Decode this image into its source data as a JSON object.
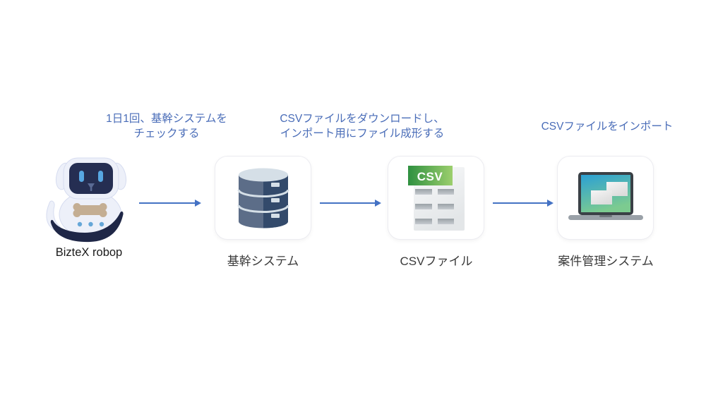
{
  "colors": {
    "page_bg": "#ffffff",
    "accent_blue": "#4472c4",
    "caption_text": "#4a6db8",
    "label_text": "#3a3a3a",
    "robot_label_text": "#1a1a1a",
    "card_bg": "#ffffff",
    "card_border": "#ececf1",
    "db_left": "#5c6d88",
    "db_right": "#334a6b",
    "db_light": "#d5dfe7",
    "csv_green_dark": "#2f9040",
    "csv_green_light": "#9ccf6d",
    "csv_doc_light": "#f8f9fa",
    "csv_doc_dark": "#e3e6e8",
    "csv_row_dark": "#9aa1a6",
    "csv_row_light": "#c6cbd0",
    "laptop_frame": "#3a4046",
    "screen_blue": "#2ba0d4",
    "screen_green": "#7ccb90",
    "laptop_base": "#9aa1a8",
    "laptop_notch": "#70767c",
    "window_light": "#f5f5f5",
    "window_dark": "#dcdcdc",
    "robot_body": "#edf0f9",
    "robot_shade": "#d6dcf0",
    "robot_navy": "#252e52",
    "robot_dark": "#1f2747",
    "robot_eye": "#57a7e2",
    "robot_dot": "#66a7d8",
    "robot_bone": "#c4ae93",
    "robot_nose": "#5a6a94"
  },
  "captions": [
    {
      "lines": [
        "1日1回、基幹システムを",
        "チェックする"
      ]
    },
    {
      "lines": [
        "CSVファイルをダウンロードし、",
        "インポート用にファイル成形する"
      ]
    },
    {
      "lines": [
        "CSVファイルをインポート"
      ]
    }
  ],
  "nodes": {
    "robot": {
      "label": "BizteX robop"
    },
    "core_system": {
      "label": "基幹システム"
    },
    "csv_file": {
      "label": "CSVファイル",
      "badge_text": "CSV"
    },
    "case_system": {
      "label": "案件管理システム"
    }
  }
}
